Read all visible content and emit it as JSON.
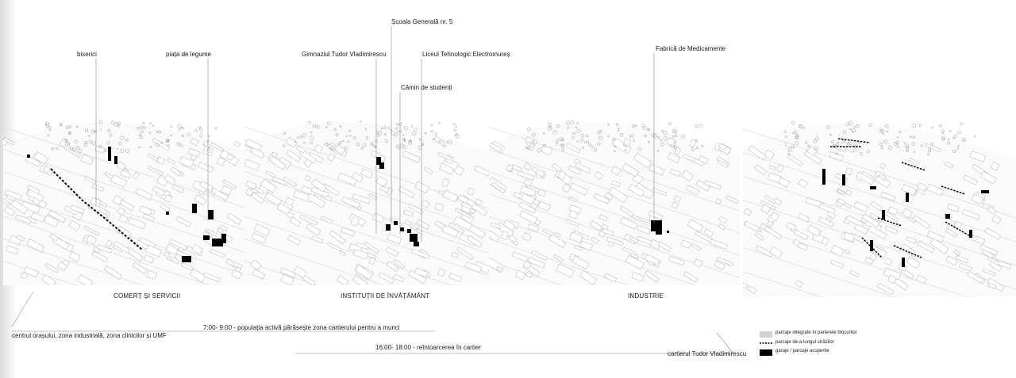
{
  "labels": {
    "biserici": "biserici",
    "piata": "piața de legume",
    "scoala": "Școala Generală nr. 5",
    "gimnaziul": "Gimnaziul Tudor Vladimirescu",
    "liceul": "Liceul Tehnologic Electromureș",
    "camin": "Cămin de studenți",
    "fabrica": "Fabrică de Medicamente"
  },
  "titles": {
    "comert": "COMERȚ ȘI SERVICII",
    "institutii": "INSTITUȚII DE ÎNVĂȚĂMÂNT",
    "industrie": "INDUSTRIE"
  },
  "timeline": {
    "morning": "7:00- 9:00 - populația activă părăsește zona cartierului pentru a munci",
    "origin": "centrul orașului, zona industrială, zona clinicilor și UMF",
    "evening": "16:00- 18:00 - reîntoarcerea în cartier",
    "destination": "cartierul Tudor Vladimirescu"
  },
  "legend": [
    {
      "label": "parcaje integrate în parterele blocurilor",
      "color": "#d2d2d2",
      "style": "fill"
    },
    {
      "label": "parcaje de-a lungul străzilor",
      "color": "#000000",
      "style": "dashed"
    },
    {
      "label": "garaje / parcaje acoperite",
      "color": "#000000",
      "style": "fill"
    }
  ],
  "icons": {
    "nav": "chevron-left-icon"
  }
}
